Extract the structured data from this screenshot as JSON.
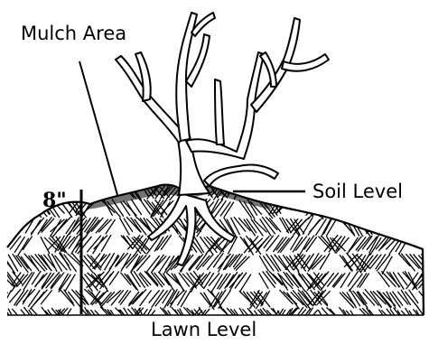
{
  "labels": {
    "mulch_area": "Mulch Area",
    "soil_level": "Soil Level",
    "depth": "8\"",
    "lawn_level": "Lawn Level"
  },
  "colors": {
    "ink": "#000000",
    "paper": "#ffffff"
  },
  "icons": [
    "tree-illustration",
    "hatched-soil-mound"
  ]
}
